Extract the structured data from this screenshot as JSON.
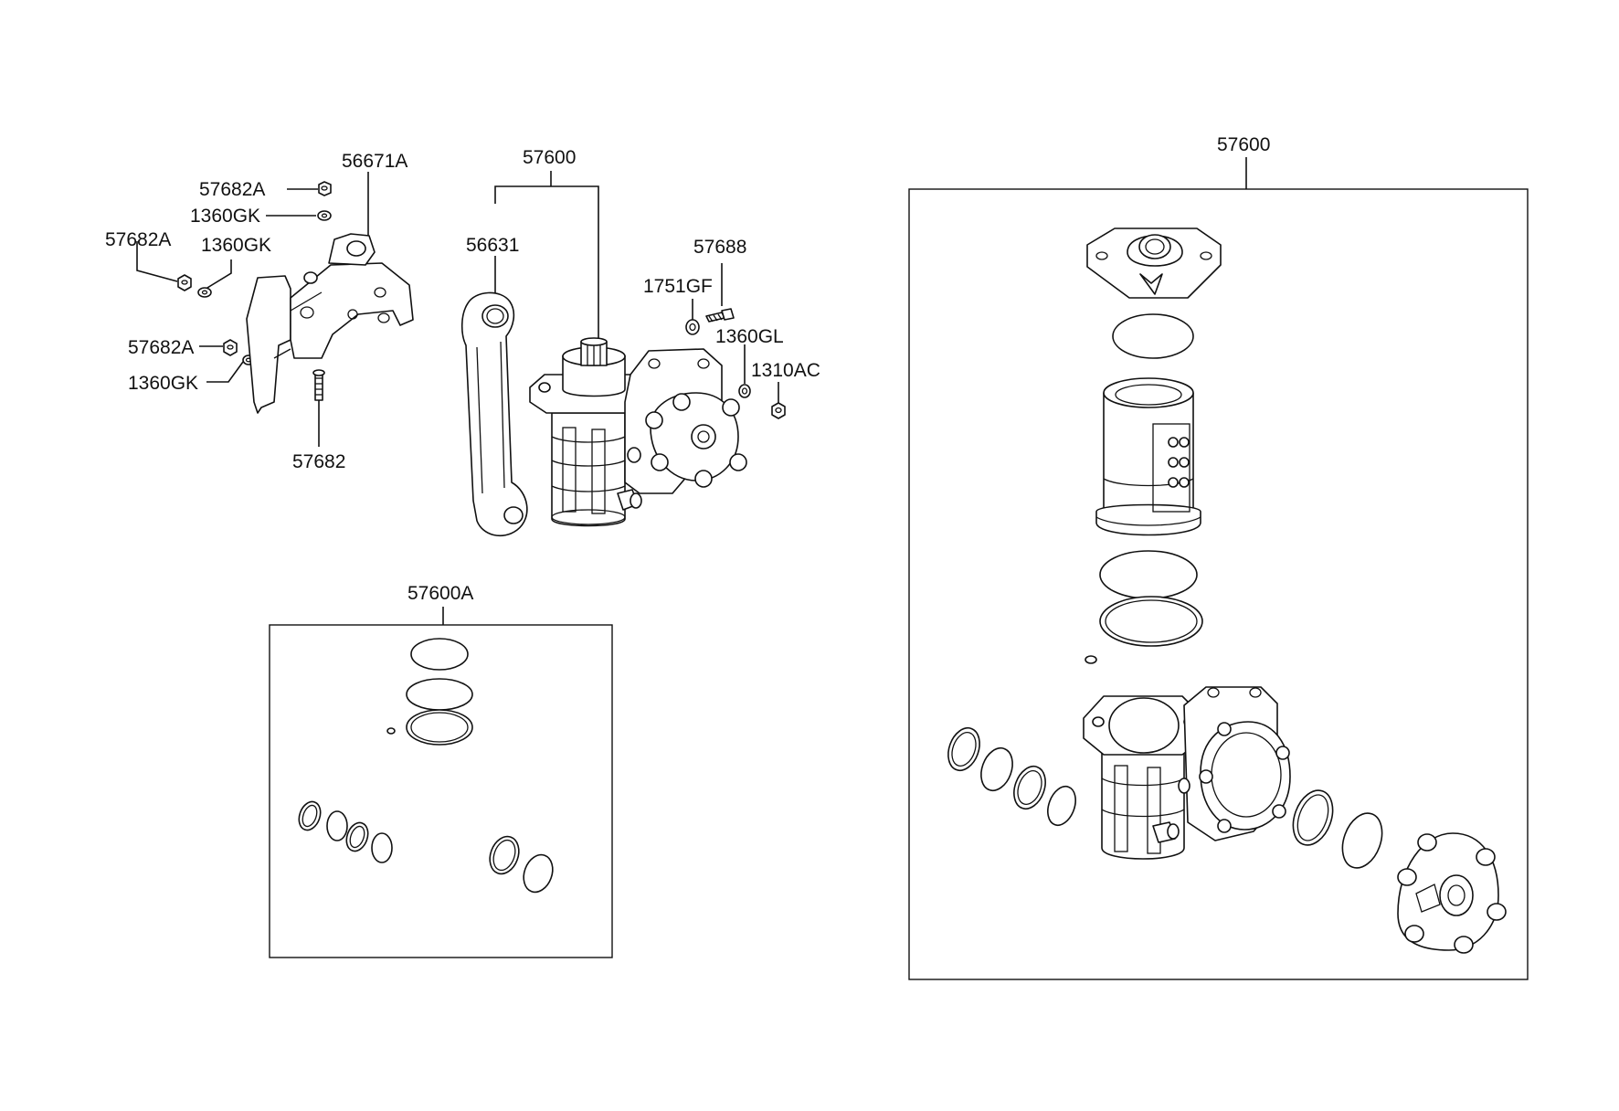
{
  "labels": {
    "l_56671A": "56671A",
    "l_57600_main": "57600",
    "l_57682A_1": "57682A",
    "l_1360GK_1": "1360GK",
    "l_57682A_2": "57682A",
    "l_1360GK_2": "1360GK",
    "l_56631": "56631",
    "l_57688": "57688",
    "l_1751GF": "1751GF",
    "l_1360GL": "1360GL",
    "l_1310AC": "1310AC",
    "l_57682A_3": "57682A",
    "l_1360GK_3": "1360GK",
    "l_57682": "57682",
    "l_57600A": "57600A",
    "l_57600_box": "57600"
  }
}
